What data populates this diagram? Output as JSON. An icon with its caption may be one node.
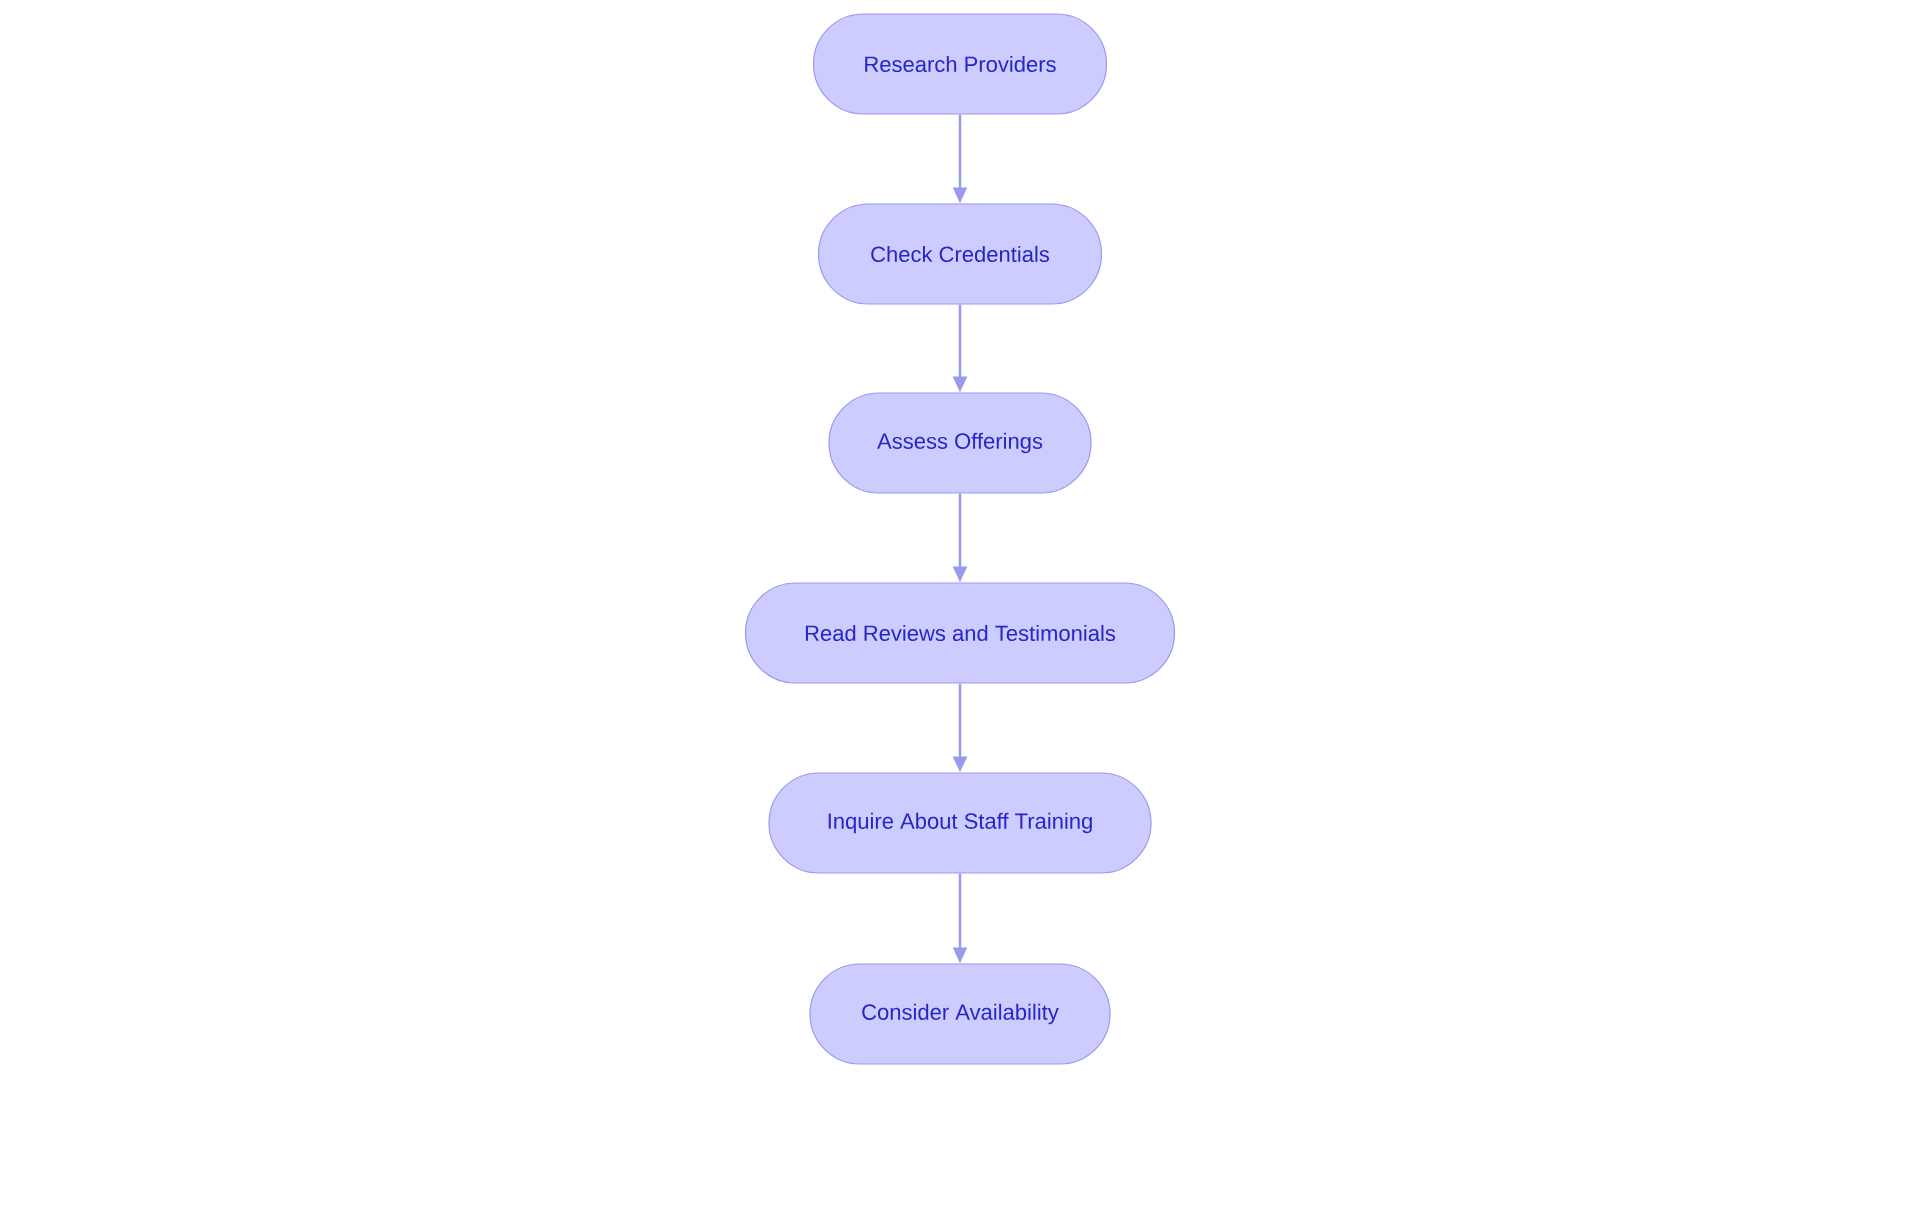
{
  "diagram": {
    "nodes": [
      {
        "text": [
          "Research Providers"
        ]
      },
      {
        "text": [
          "Check Credentials"
        ]
      },
      {
        "text": [
          "Assess Offerings"
        ]
      },
      {
        "text": [
          "Read Reviews and Testimonials"
        ]
      },
      {
        "text": [
          "Inquire About Staff Training"
        ]
      },
      {
        "text": [
          "Consider Availability"
        ]
      }
    ],
    "edges": [
      {
        "from": 0,
        "to": 1,
        "arrow": "to"
      },
      {
        "from": 1,
        "to": 2,
        "arrow": "to"
      },
      {
        "from": 2,
        "to": 3,
        "arrow": "to"
      },
      {
        "from": 3,
        "to": 4,
        "arrow": "to"
      },
      {
        "from": 4,
        "to": 5,
        "arrow": "to"
      }
    ]
  }
}
